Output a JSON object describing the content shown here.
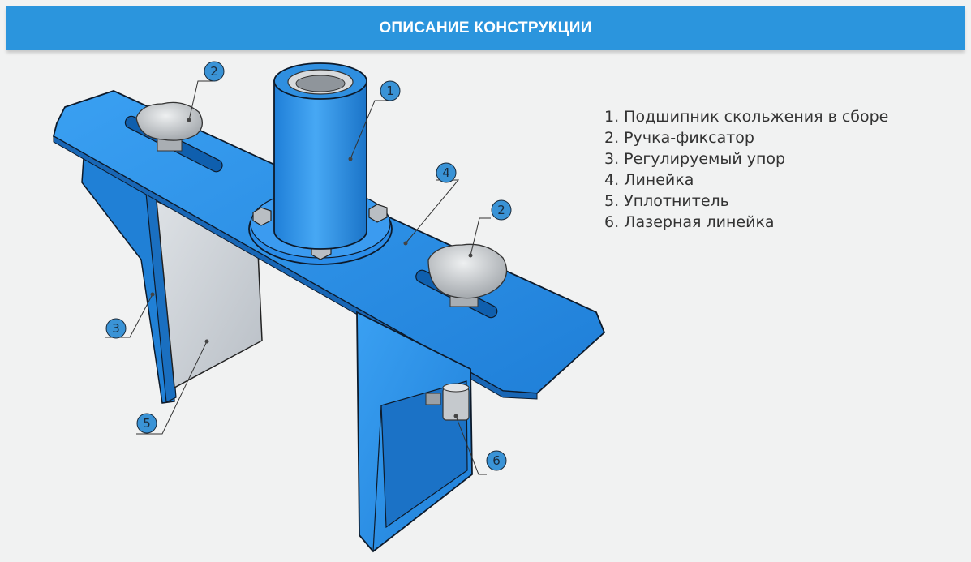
{
  "header": {
    "title": "ОПИСАНИЕ КОНСТРУКЦИИ"
  },
  "legend": [
    "1. Подшипник скольжения в сборе",
    "2. Ручка-фиксатор",
    "3. Регулируемый упор",
    "4. Линейка",
    "5. Уплотнитель",
    "6. Лазерная линейка"
  ],
  "callouts": [
    "1",
    "2",
    "2",
    "3",
    "4",
    "5",
    "6"
  ],
  "colors": {
    "header": "#2b95dd",
    "part_blue": "#2a8ce8",
    "callout_fill": "#3a93d6",
    "knob": "#c9cccf",
    "seal": "#c7ccd2"
  }
}
